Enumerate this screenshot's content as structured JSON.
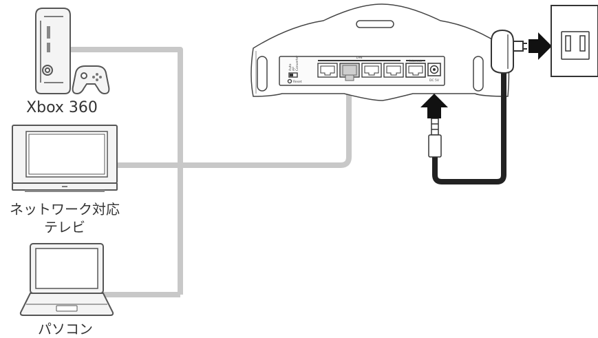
{
  "devices": {
    "xbox": {
      "label": "Xbox 360",
      "icon": "game-console-icon"
    },
    "tv": {
      "label_line1": "ネットワーク対応",
      "label_line2": "テレビ",
      "icon": "television-icon"
    },
    "pc": {
      "label": "パソコン",
      "icon": "laptop-icon"
    }
  },
  "router": {
    "port_group_label": "LAN",
    "internet_label": "Internet",
    "power_label": "DC 5V",
    "reset_label": "Reset",
    "switch_labels": [
      "Auto",
      "AP",
      "Converter"
    ]
  },
  "colors": {
    "cable_lan": "#c8c8c8",
    "cable_power": "#222222",
    "outline": "#555555",
    "device_fill": "#f4f4f4",
    "label_text": "#333333"
  }
}
